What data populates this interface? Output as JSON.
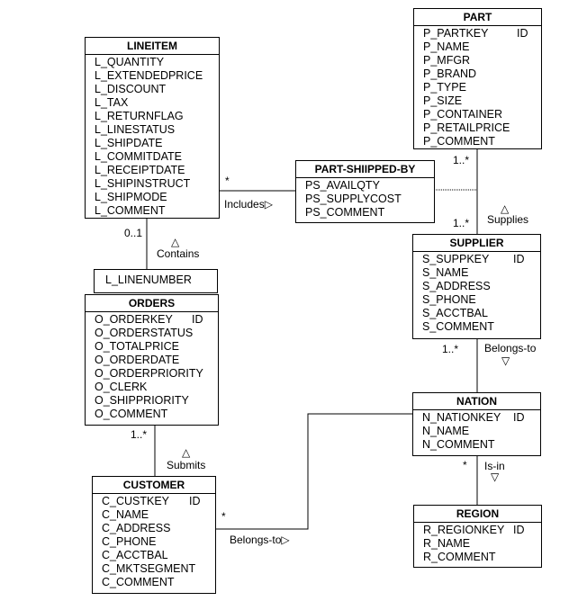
{
  "entities": {
    "part": {
      "title": "PART",
      "attrs": [
        "P_PARTKEY",
        "P_NAME",
        "P_MFGR",
        "P_BRAND",
        "P_TYPE",
        "P_SIZE",
        "P_CONTAINER",
        "P_RETAILPRICE",
        "P_COMMENT"
      ],
      "key_label": "ID"
    },
    "lineitem": {
      "title": "LINEITEM",
      "attrs": [
        "L_QUANTITY",
        "L_EXTENDEDPRICE",
        "L_DISCOUNT",
        "L_TAX",
        "L_RETURNFLAG",
        "L_LINESTATUS",
        "L_SHIPDATE",
        "L_COMMITDATE",
        "L_RECEIPTDATE",
        "L_SHIPINSTRUCT",
        "L_SHIPMODE",
        "L_COMMENT"
      ]
    },
    "partsupp": {
      "title": "PART-SHIIPPED-BY",
      "attrs": [
        "PS_AVAILQTY",
        "PS_SUPPLYCOST",
        "PS_COMMENT"
      ]
    },
    "supplier": {
      "title": "SUPPLIER",
      "attrs": [
        "S_SUPPKEY",
        "S_NAME",
        "S_ADDRESS",
        "S_PHONE",
        "S_ACCTBAL",
        "S_COMMENT"
      ],
      "key_label": "ID"
    },
    "linenumber": {
      "label": "L_LINENUMBER"
    },
    "orders": {
      "title": "ORDERS",
      "attrs": [
        "O_ORDERKEY",
        "O_ORDERSTATUS",
        "O_TOTALPRICE",
        "O_ORDERDATE",
        "O_ORDERPRIORITY",
        "O_CLERK",
        "O_SHIPPRIORITY",
        "O_COMMENT"
      ],
      "key_label": "ID"
    },
    "nation": {
      "title": "NATION",
      "attrs": [
        "N_NATIONKEY",
        "N_NAME",
        "N_COMMENT"
      ],
      "key_label": "ID"
    },
    "customer": {
      "title": "CUSTOMER",
      "attrs": [
        "C_CUSTKEY",
        "C_NAME",
        "C_ADDRESS",
        "C_PHONE",
        "C_ACCTBAL",
        "C_MKTSEGMENT",
        "C_COMMENT"
      ],
      "key_label": "ID"
    },
    "region": {
      "title": "REGION",
      "attrs": [
        "R_REGIONKEY",
        "R_NAME",
        "R_COMMENT"
      ],
      "key_label": "ID"
    }
  },
  "relations": {
    "includes": {
      "label": "Includes",
      "direction_glyph": "▷",
      "mult_lineitem": "*"
    },
    "supplies": {
      "label": "Supplies",
      "direction_glyph": "△",
      "mult_part": "1..*",
      "mult_supplier": "1..*"
    },
    "contains": {
      "label": "Contains",
      "direction_glyph": "△",
      "mult_lineitem": "0..1"
    },
    "belongs_to_supplier": {
      "label": "Belongs-to",
      "direction_glyph": "▽",
      "mult_supplier": "1..*"
    },
    "submits": {
      "label": "Submits",
      "direction_glyph": "△",
      "mult_orders": "1..*"
    },
    "belongs_to_customer": {
      "label": "Belongs-to",
      "direction_glyph": "▷",
      "mult_customer": "*"
    },
    "is_in": {
      "label": "Is-in",
      "direction_glyph": "▽",
      "mult_nation": "*"
    }
  }
}
